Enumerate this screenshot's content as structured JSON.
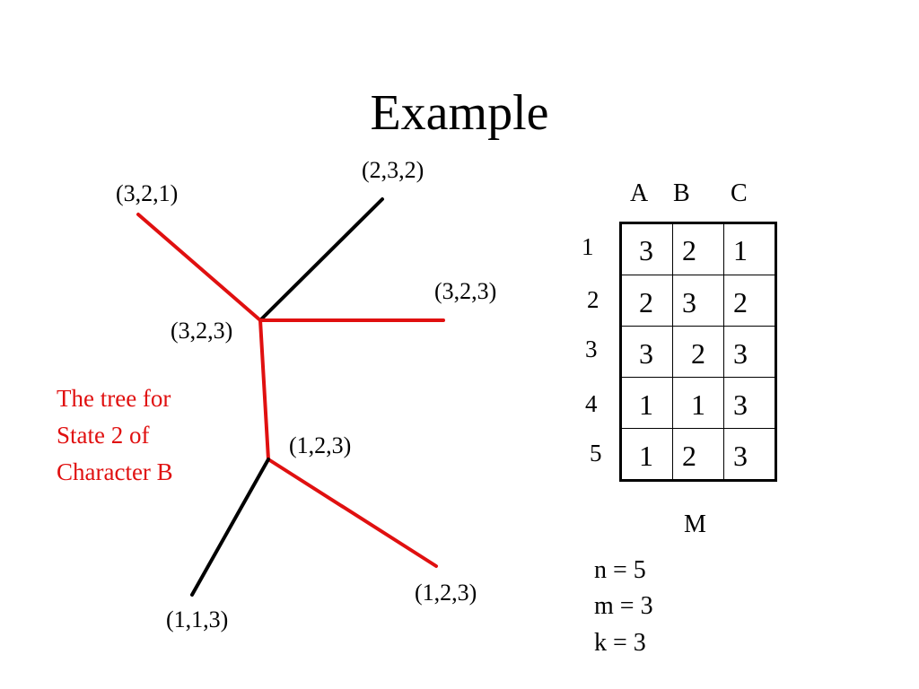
{
  "title": "Example",
  "tree": {
    "nodes": [
      {
        "id": "leaf-a",
        "label": "(3,2,1)"
      },
      {
        "id": "leaf-b",
        "label": "(2,3,2)"
      },
      {
        "id": "leaf-c",
        "label": "(3,2,3)"
      },
      {
        "id": "inner-top",
        "label": "(3,2,3)"
      },
      {
        "id": "inner-bottom",
        "label": "(1,2,3)"
      },
      {
        "id": "leaf-d",
        "label": "(1,2,3)"
      },
      {
        "id": "leaf-e",
        "label": "(1,1,3)"
      }
    ],
    "edge_colors": {
      "highlight": "#e01010",
      "normal": "#000000"
    }
  },
  "caption": {
    "line1": "The tree for",
    "line2": "State 2 of",
    "line3": "Character B"
  },
  "matrix": {
    "column_headers": [
      "A",
      "B",
      "C"
    ],
    "row_headers": [
      "1",
      "2",
      "3",
      "4",
      "5"
    ],
    "rows": [
      [
        "3",
        "2",
        "1"
      ],
      [
        "2",
        "3",
        "2"
      ],
      [
        "3",
        "2",
        "3"
      ],
      [
        "1",
        "1",
        "3"
      ],
      [
        "1",
        "2",
        "3"
      ]
    ],
    "label": "M"
  },
  "params": {
    "n": "n = 5",
    "m": "m = 3",
    "k": "k = 3"
  }
}
